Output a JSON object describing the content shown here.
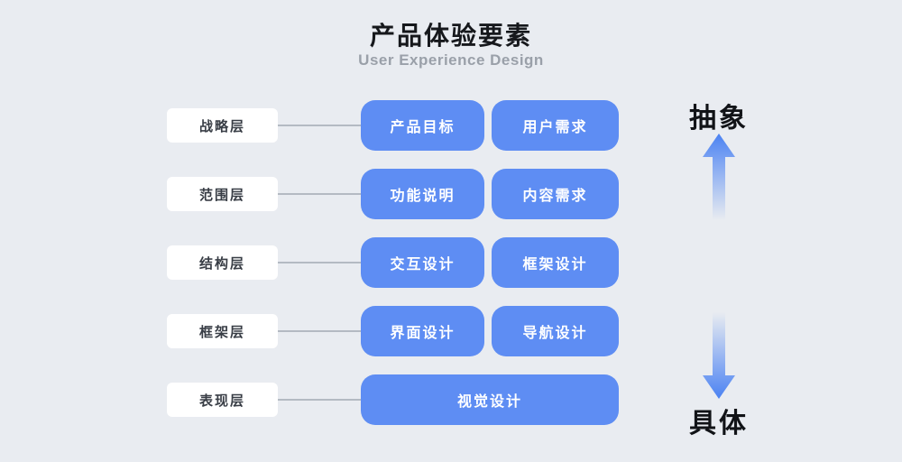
{
  "header": {
    "title": "产品体验要素",
    "subtitle": "User Experience Design"
  },
  "rows": [
    {
      "label": "战略层",
      "items": [
        "产品目标",
        "用户需求"
      ]
    },
    {
      "label": "范围层",
      "items": [
        "功能说明",
        "内容需求"
      ]
    },
    {
      "label": "结构层",
      "items": [
        "交互设计",
        "框架设计"
      ]
    },
    {
      "label": "框架层",
      "items": [
        "界面设计",
        "导航设计"
      ]
    },
    {
      "label": "表现层",
      "items": [
        "视觉设计"
      ]
    }
  ],
  "axis": {
    "top_label": "抽象",
    "bottom_label": "具体"
  },
  "colors": {
    "background": "#e9ecf1",
    "box_blue": "#5e8df3",
    "label_background": "#ffffff",
    "connector_gray": "#b4bac3",
    "title_text": "#16181c",
    "subtitle_text": "#9aa0a9",
    "arrow_blue": "#4b82f2"
  }
}
